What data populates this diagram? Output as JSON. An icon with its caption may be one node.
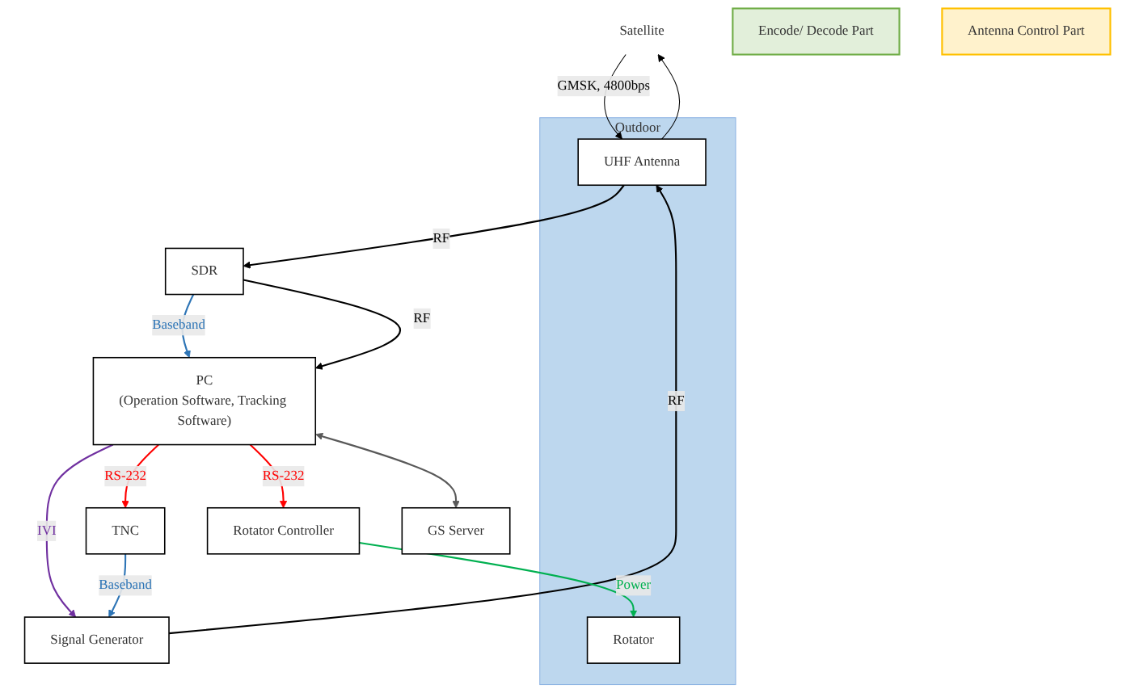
{
  "diagram": {
    "nodes": [
      {
        "text": [
          "Satellite"
        ]
      },
      {
        "text": [
          "Outdoor"
        ]
      },
      {
        "text": [
          "UHF Antenna"
        ],
        "in": 1
      },
      {
        "text": [
          "Rotator"
        ],
        "in": 1
      },
      {
        "text": [
          "Signal Generator"
        ]
      },
      {
        "text": [
          "SDR"
        ]
      },
      {
        "text": [
          "TNC"
        ]
      },
      {
        "text": [
          "Encode/ Decode Part"
        ]
      },
      {
        "text": [
          "PC",
          "(Operation Software, Tracking Software)"
        ]
      },
      {
        "text": [
          "Rotator Controller"
        ]
      },
      {
        "text": [
          "Antenna Control Part"
        ]
      },
      {
        "text": [
          "GS Server"
        ]
      }
    ],
    "edges": [
      {
        "from": 0,
        "to": 2,
        "arrow": "to",
        "label": "GMSK, 4800bps"
      },
      {
        "from": 2,
        "to": 0,
        "arrow": "to"
      },
      {
        "from": 4,
        "to": 2,
        "arrow": "to",
        "label": "RF"
      },
      {
        "from": 2,
        "to": 5,
        "arrow": "to",
        "label": "RF"
      },
      {
        "from": 6,
        "to": 4,
        "arrow": "to",
        "label": "Baseband",
        "color": "#2e75b6"
      },
      {
        "from": 8,
        "to": 4,
        "arrow": "to",
        "label": "IVI",
        "color": "#7030a0"
      },
      {
        "from": 8,
        "to": 6,
        "arrow": "to",
        "label": "RS-232",
        "color": "#ff0000"
      },
      {
        "from": 5,
        "to": 8,
        "arrow": "to",
        "label": "Baseband",
        "color": "#2e75b6"
      },
      {
        "from": 5,
        "to": 8,
        "arrow": "to",
        "label": "RF"
      },
      {
        "from": 9,
        "to": 3,
        "arrow": "to",
        "label": "Power",
        "color": "#00b050"
      },
      {
        "from": 8,
        "to": 9,
        "arrow": "to",
        "label": "RS-232",
        "color": "#ff0000"
      },
      {
        "from": 8,
        "to": 11,
        "arrow": "both",
        "color": "#595959"
      }
    ]
  }
}
